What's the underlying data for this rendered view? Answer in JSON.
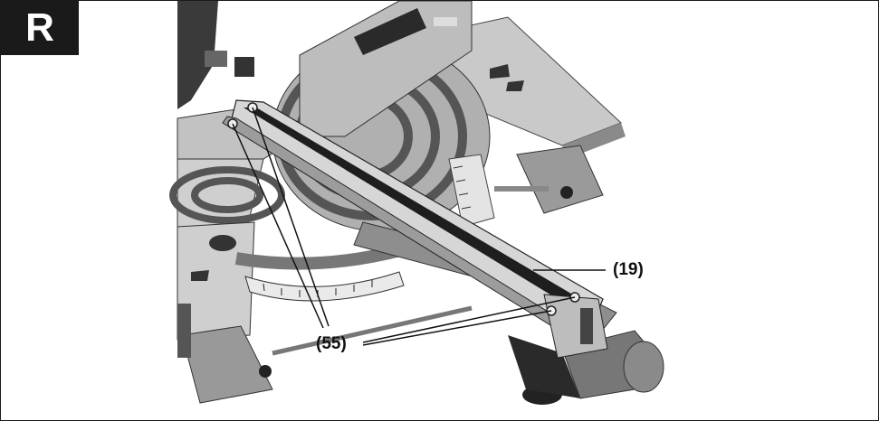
{
  "figure": {
    "letter": "R",
    "callouts": [
      {
        "id": "fence",
        "text": "(19)"
      },
      {
        "id": "screws",
        "text": "(55)"
      }
    ]
  },
  "illustration": {
    "subject": "miter-saw-fence-illustration",
    "palette": {
      "metal_light": "#d8d8d8",
      "metal_mid": "#a8a8a8",
      "metal_dark": "#555555",
      "body_dark": "#2a2a2a",
      "line": "#111111"
    }
  }
}
